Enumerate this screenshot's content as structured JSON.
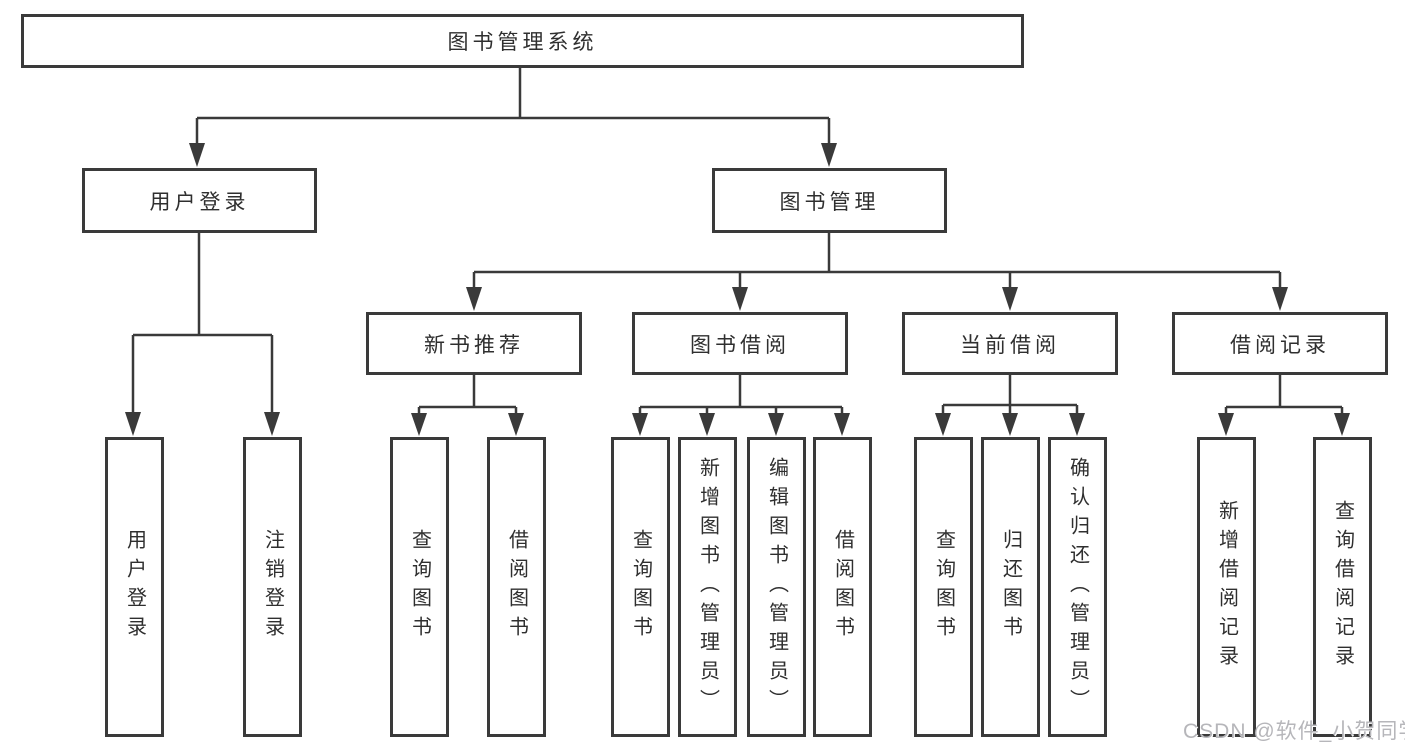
{
  "diagram": {
    "title": "图书管理系统",
    "watermark": "CSDN @软件_小贺同学",
    "colors": {
      "line": "#3a3a3a",
      "text": "#2f2f2f",
      "background": "#ffffff",
      "watermark": "#b6b6ba"
    },
    "nodes": {
      "root": {
        "label": "图书管理系统"
      },
      "level2": [
        {
          "label": "用户登录"
        },
        {
          "label": "图书管理"
        }
      ],
      "level3": [
        {
          "label": "新书推荐"
        },
        {
          "label": "图书借阅"
        },
        {
          "label": "当前借阅"
        },
        {
          "label": "借阅记录"
        }
      ],
      "leaves": {
        "user_login": [
          "用户登录",
          "注销登录"
        ],
        "new_book_recommend": [
          "查询图书",
          "借阅图书"
        ],
        "book_borrowing": [
          "查询图书",
          "新增图书（管理员）",
          "编辑图书（管理员）",
          "借阅图书"
        ],
        "current_borrowing": [
          "查询图书",
          "归还图书",
          "确认归还（管理员）"
        ],
        "borrowing_records": [
          "新增借阅记录",
          "查询借阅记录"
        ]
      }
    }
  }
}
